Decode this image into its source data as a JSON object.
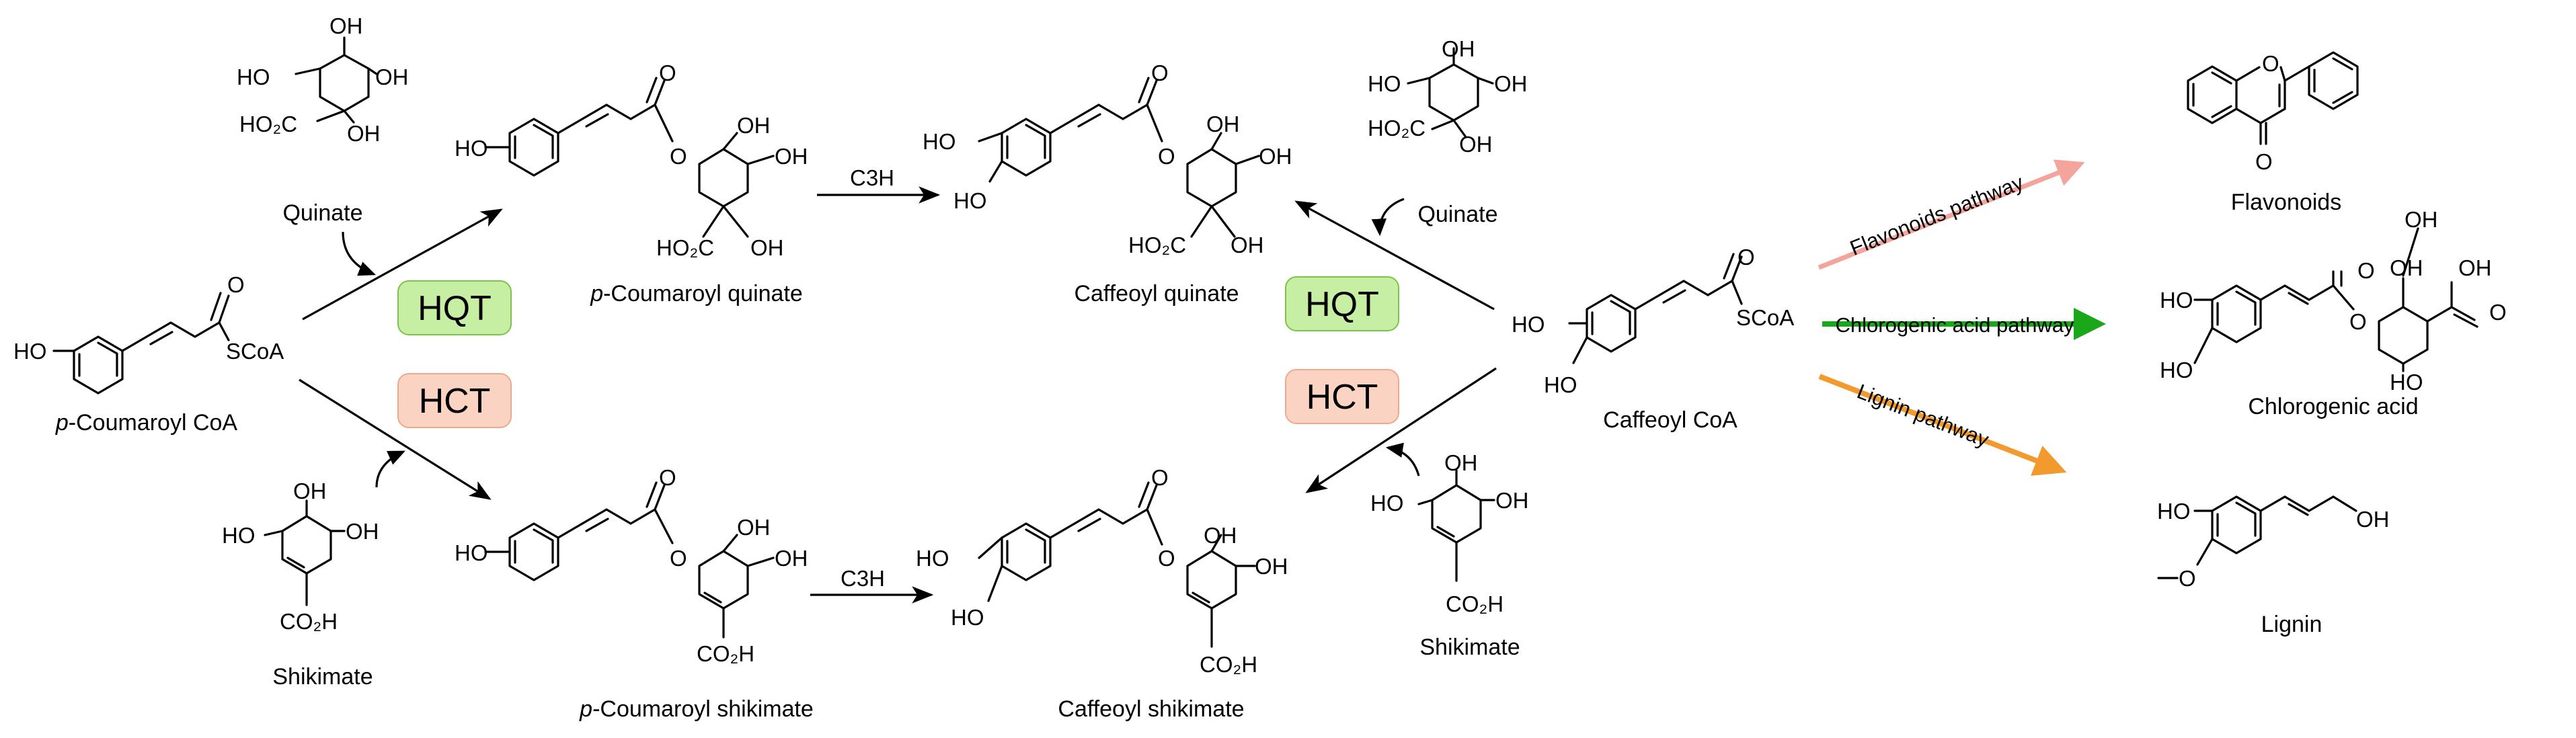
{
  "labels": {
    "p_coumaroyl_coa": [
      "p",
      "-Coumaroyl CoA"
    ],
    "quinate": "Quinate",
    "shikimate": "Shikimate",
    "p_coumaroyl_quinate": [
      "p",
      "-Coumaroyl quinate"
    ],
    "p_coumaroyl_shikimate": [
      "p",
      "-Coumaroyl shikimate"
    ],
    "caffeoyl_quinate": "Caffeoyl quinate",
    "caffeoyl_shikimate": "Caffeoyl shikimate",
    "caffeoyl_coa": "Caffeoyl CoA",
    "flavonoids": "Flavonoids",
    "chlorogenic_acid": "Chlorogenic acid",
    "lignin": "Lignin"
  },
  "enzymes": {
    "hqt": "HQT",
    "hct": "HCT",
    "c3h": "C3H"
  },
  "pathways": {
    "flavonoids": "Flavonoids pathway",
    "chlorogenic": "Chlorogenic acid pathway",
    "lignin": "Lignin pathway"
  },
  "atoms": {
    "ho": "HO",
    "oh": "OH",
    "o": "O",
    "scoa": "SCoA",
    "ho2c": "HO₂C",
    "co2h": "CO₂H"
  },
  "colors": {
    "hqt_fill": "#c6efa4",
    "hqt_stroke": "#7cc34a",
    "hct_fill": "#fbd3c3",
    "hct_stroke": "#f0a88c",
    "flavonoids_arrow": "#f4a49a",
    "chlorogenic_arrow": "#1aa81a",
    "lignin_arrow": "#f29a2e"
  }
}
